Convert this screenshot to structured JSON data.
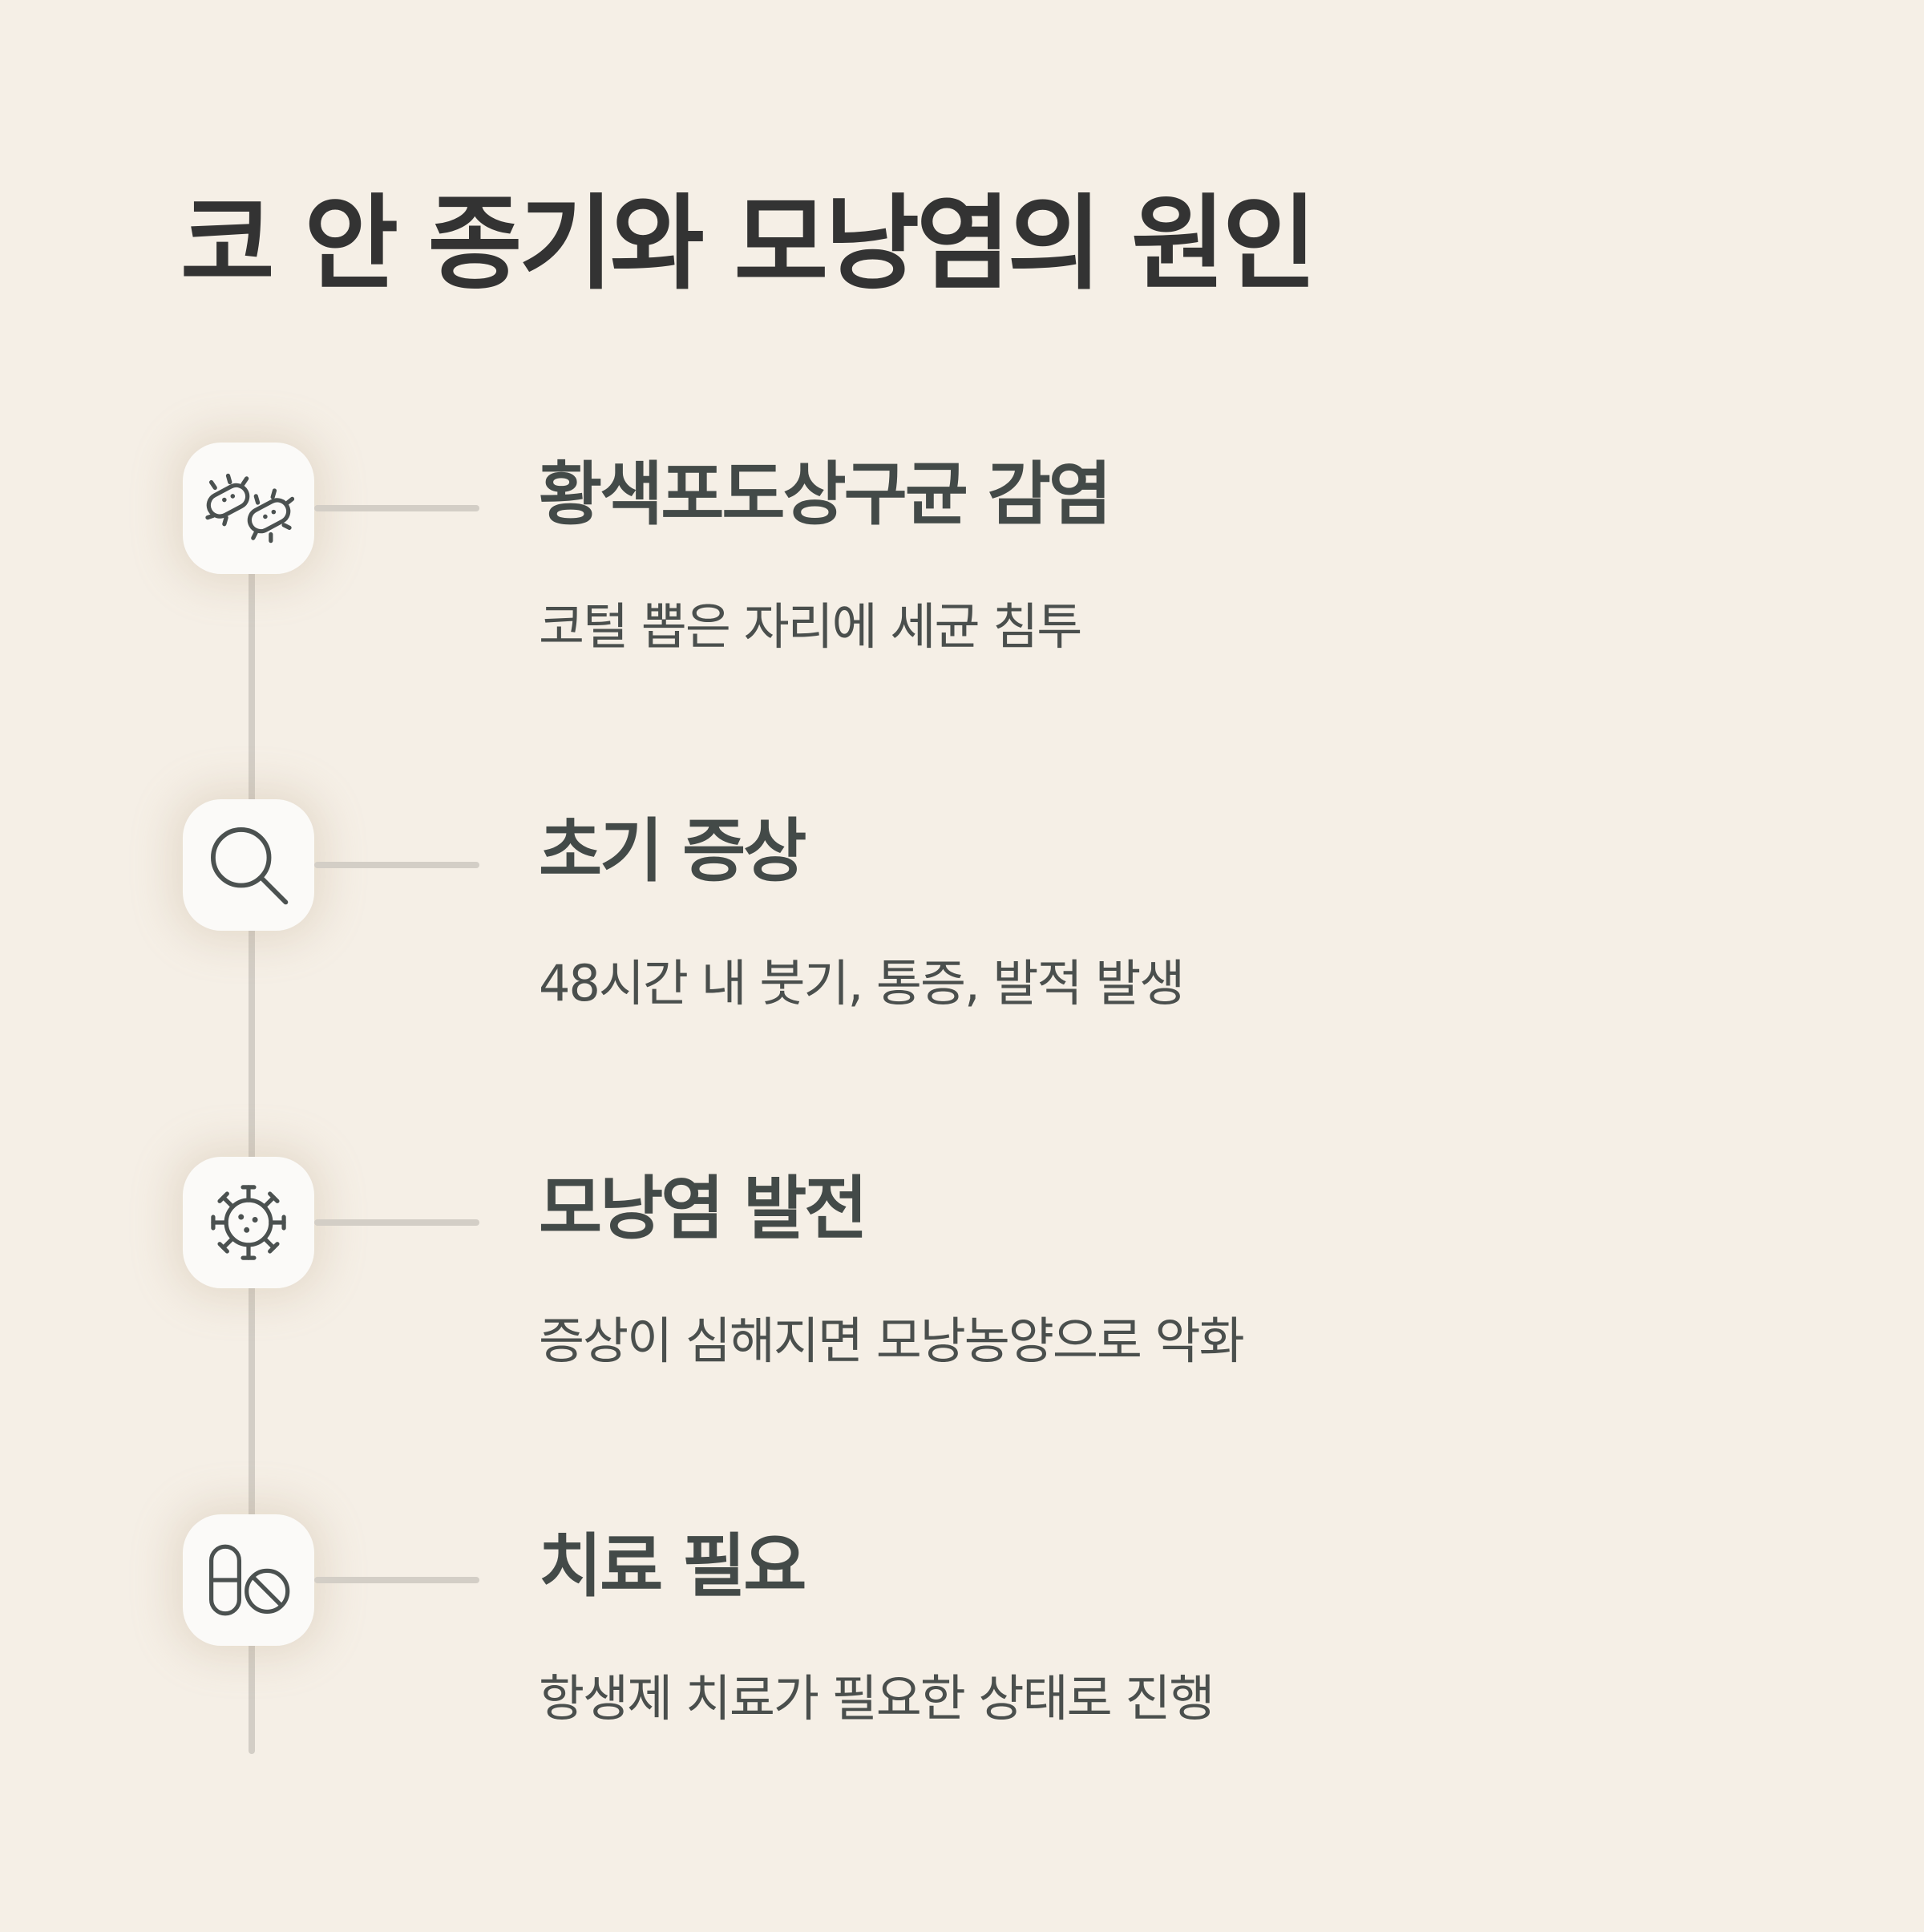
{
  "title": "코 안 종기와 모낭염의 원인",
  "colors": {
    "background": "#f5efe6",
    "title": "#333333",
    "text": "#434a48",
    "line": "#d3cec6",
    "icon_bg": "#fbfaf8",
    "icon_stroke": "#4b5150"
  },
  "steps": [
    {
      "icon": "bacteria-icon",
      "title": "황색포도상구균 감염",
      "desc": "코털 뽑은 자리에 세균 침투"
    },
    {
      "icon": "magnifier-icon",
      "title": "초기 증상",
      "desc": "48시간 내 붓기, 통증, 발적 발생"
    },
    {
      "icon": "virus-icon",
      "title": "모낭염 발전",
      "desc": "증상이 심해지면 모낭농양으로 악화"
    },
    {
      "icon": "pill-prohibited-icon",
      "title": "치료 필요",
      "desc": "항생제 치료가 필요한 상태로 진행"
    }
  ]
}
